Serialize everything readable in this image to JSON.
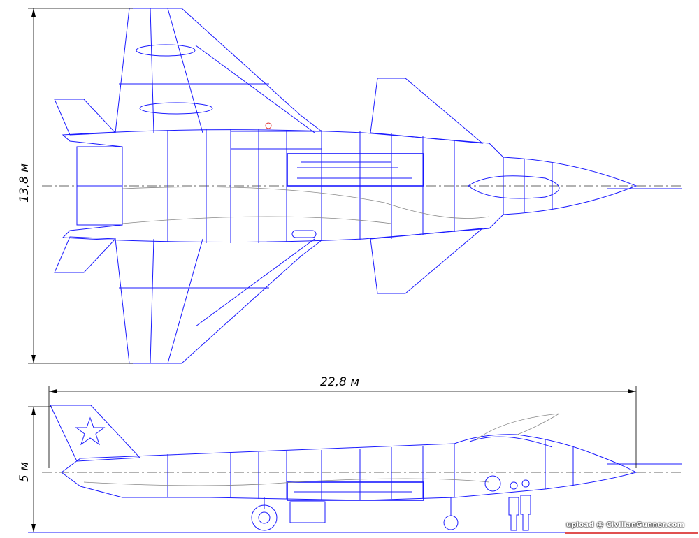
{
  "title": "Aircraft general arrangement drawing",
  "dimensions": {
    "span": "13,8 м",
    "length": "22,8 м",
    "height": "5 м"
  },
  "watermark": "upload @ CivilianGunner.com",
  "colors": {
    "outline": "#1a1aff",
    "dimension": "#000000",
    "detail": "#888888"
  }
}
